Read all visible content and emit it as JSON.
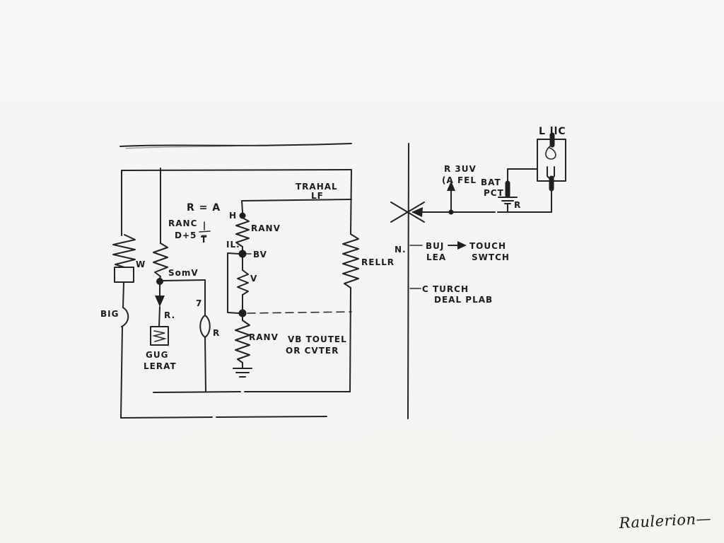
{
  "page": {
    "background": "#f5f5f3",
    "ink_color": "#232323",
    "description": "Hand-drawn circuit diagram sketch in black ink on white paper"
  },
  "labels": {
    "unit_title": "L llC",
    "arrow_note_1": "R 3UV",
    "arrow_note_2": "(A FEL",
    "bat_1": "BAT",
    "bat_2": "PCT",
    "bat_r": "R",
    "transformer_1": "TRAHAL",
    "transformer_2": "LF",
    "formula_1": "R = A",
    "formula_2": "RANC",
    "formula_3": "D+5 −",
    "fraction_den": "T",
    "node_h": "H",
    "res_upper": "RANV",
    "node_il": "IL.",
    "node_bv": "BV",
    "res_v": "V",
    "res_lower": "RANV",
    "note_vb_1": "VB TOUTEL",
    "note_vb_2": "OR CVTER",
    "res_right": "RELLR",
    "node_n": "N.",
    "branch_buj_1": "BUJ",
    "branch_buj_2": "LEA",
    "branch_touch_1": "TOUCH",
    "branch_touch_2": "SWTCH",
    "branch_turch_1": "C TURCH",
    "branch_turch_2": "DEAL PLAB",
    "coil_w": "W",
    "node_somv": "SomV",
    "switch_big": "BIG",
    "diode_r": "R.",
    "fuse_1": "GUG",
    "fuse_2": "LERAT",
    "lens_7": "7",
    "lens_r": "R",
    "signature": "Raulerion—"
  }
}
